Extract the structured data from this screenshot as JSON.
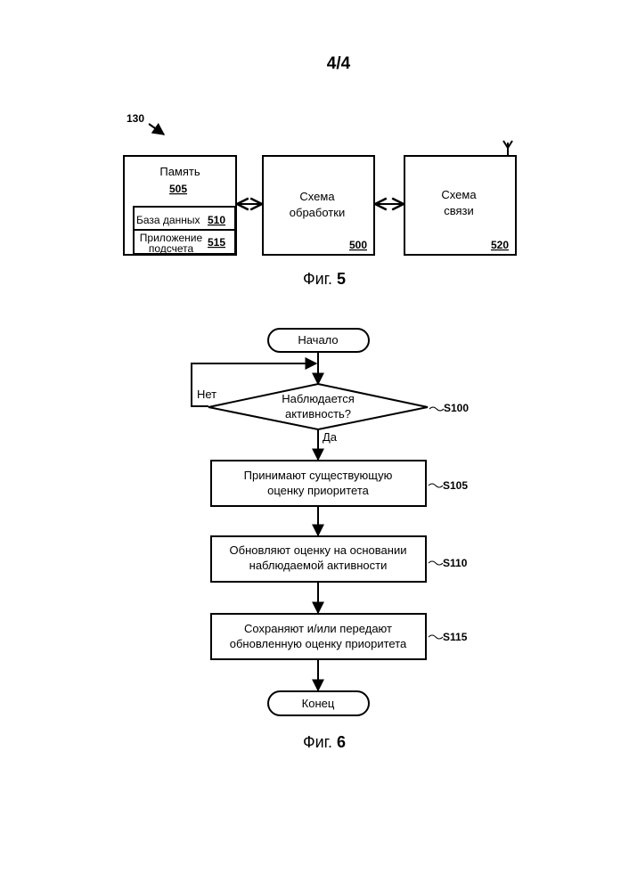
{
  "page_number": "4/4",
  "fig5": {
    "ref": "130",
    "caption_prefix": "Фиг. ",
    "caption_num": "5",
    "memory": {
      "title": "Память",
      "ref": "505",
      "database": {
        "label": "База данных",
        "ref": "510"
      },
      "app": {
        "line1": "Приложение",
        "line2": "подсчета",
        "ref": "515"
      }
    },
    "processing": {
      "line1": "Схема",
      "line2": "обработки",
      "ref": "500"
    },
    "comms": {
      "line1": "Схема",
      "line2": "связи",
      "ref": "520"
    }
  },
  "fig6": {
    "caption_prefix": "Фиг. ",
    "caption_num": "6",
    "start": "Начало",
    "end": "Конец",
    "decision": {
      "line1": "Наблюдается",
      "line2": "активность?",
      "step": "S100",
      "no": "Нет",
      "yes": "Да"
    },
    "steps": [
      {
        "line1": "Принимают существующую",
        "line2": "оценку приоритета",
        "step": "S105"
      },
      {
        "line1": "Обновляют оценку на основании",
        "line2": "наблюдаемой активности",
        "step": "S110"
      },
      {
        "line1": "Сохраняют и/или передают",
        "line2": "обновленную оценку приоритета",
        "step": "S115"
      }
    ]
  }
}
